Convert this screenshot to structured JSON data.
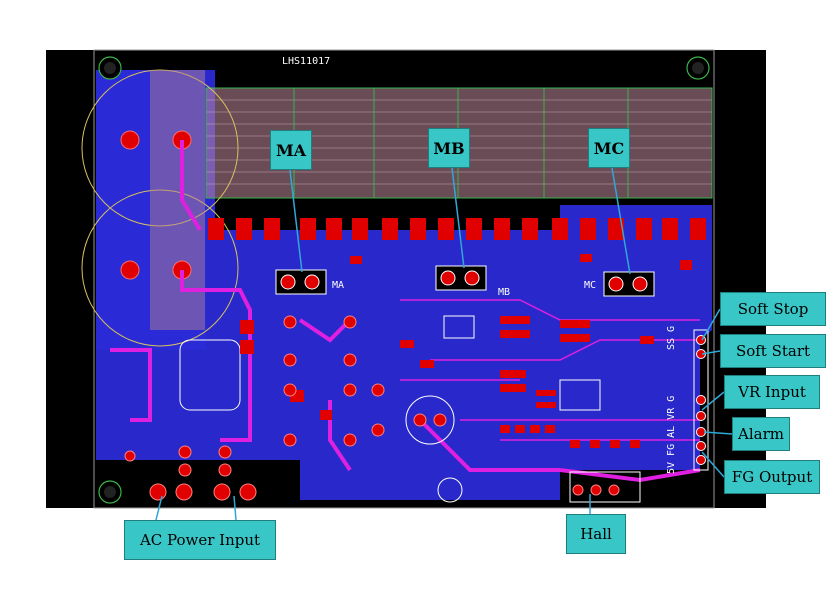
{
  "board": {
    "model": "LHS11017",
    "silk_MA": "MA",
    "silk_MB": "MB",
    "silk_MC": "MC",
    "connector_top": "SS G",
    "connector_bottom": "5V FG AL VR G"
  },
  "callouts": {
    "ma": "MA",
    "mb": "MB",
    "mc": "MC",
    "soft_stop": "Soft Stop",
    "soft_start": "Soft Start",
    "vr_input": "VR Input",
    "alarm": "Alarm",
    "fg_output": "FG Output",
    "hall": "Hall",
    "ac_power_input": "AC Power Input"
  },
  "colors": {
    "board_bg": "#000000",
    "copper_blue": "#2a2ad6",
    "pad_red": "#e00000",
    "trace_magenta": "#e020e0",
    "callout_fill": "#39c6c6",
    "leader_line": "#2fa8d8"
  }
}
